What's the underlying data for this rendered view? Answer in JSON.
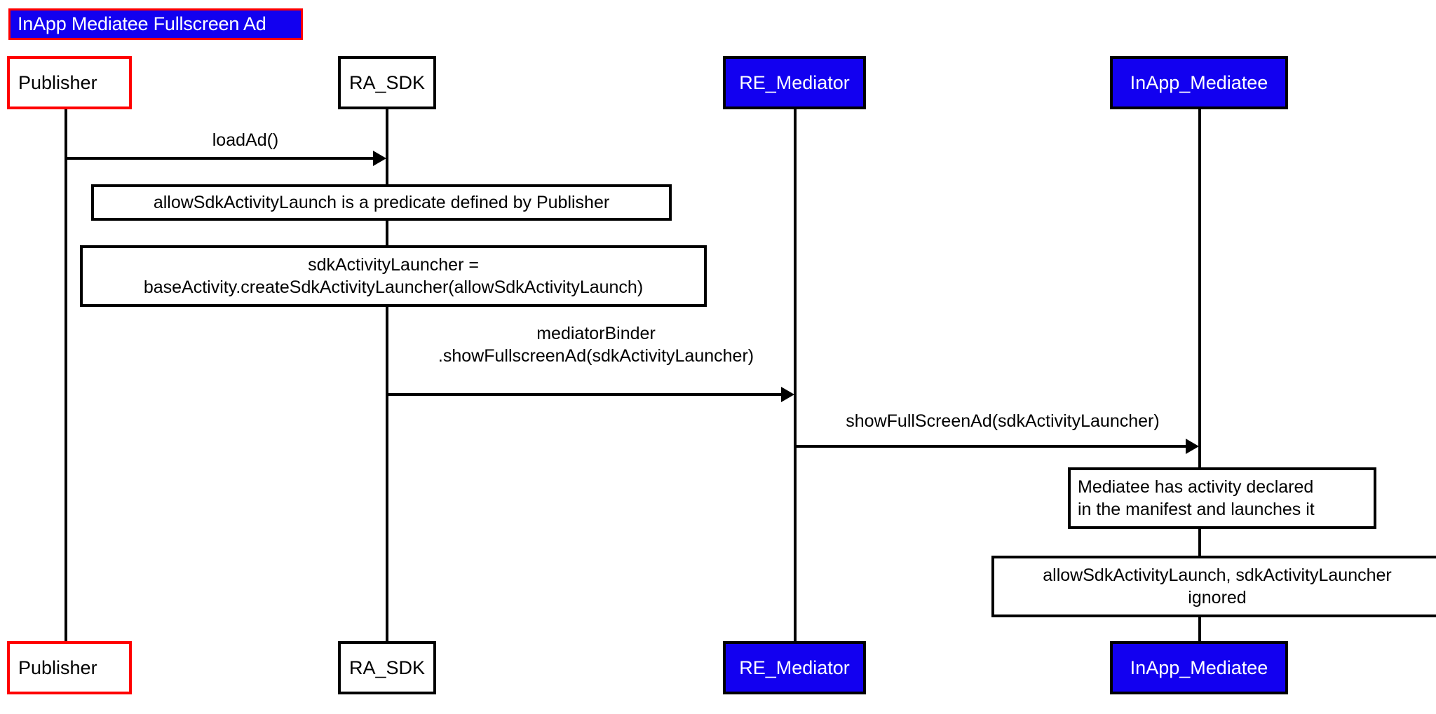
{
  "diagram": {
    "type": "uml-sequence-diagram",
    "title": "InApp Mediatee Fullscreen Ad",
    "title_colors": {
      "fill": "#1200f0",
      "border": "#ff0000",
      "text": "#ffffff"
    }
  },
  "participants": [
    {
      "id": "publisher",
      "label": "Publisher",
      "style": "red-outline",
      "fill": "#ffffff",
      "border": "#ff0000",
      "text": "#000000"
    },
    {
      "id": "ra_sdk",
      "label": "RA_SDK",
      "style": "black-outline",
      "fill": "#ffffff",
      "border": "#000000",
      "text": "#000000"
    },
    {
      "id": "re_mediator",
      "label": "RE_Mediator",
      "style": "blue-fill",
      "fill": "#1200f0",
      "border": "#000000",
      "text": "#ffffff"
    },
    {
      "id": "inapp_mediatee",
      "label": "InApp_Mediatee",
      "style": "blue-fill",
      "fill": "#1200f0",
      "border": "#000000",
      "text": "#ffffff"
    }
  ],
  "messages": [
    {
      "id": "msg-load-ad",
      "from": "publisher",
      "to": "ra_sdk",
      "label_lines": [
        "loadAd()"
      ]
    },
    {
      "id": "msg-show-fullscreen-ad",
      "from": "ra_sdk",
      "to": "re_mediator",
      "label_lines": [
        "mediatorBinder",
        ".showFullscreenAd(sdkActivityLauncher)"
      ]
    },
    {
      "id": "msg-show-fullscreen-ad-mediatee",
      "from": "re_mediator",
      "to": "inapp_mediatee",
      "label_lines": [
        "showFullScreenAd(sdkActivityLauncher)"
      ]
    }
  ],
  "notes": [
    {
      "id": "note-predicate",
      "lines": [
        "allowSdkActivityLaunch is a predicate defined by Publisher"
      ],
      "align": "center"
    },
    {
      "id": "note-sdk-activity-launcher",
      "lines": [
        "sdkActivityLauncher =",
        "baseActivity.createSdkActivityLauncher(allowSdkActivityLaunch)"
      ],
      "align": "center"
    },
    {
      "id": "note-manifest",
      "lines": [
        "Mediatee has activity declared",
        "in the manifest and launches it"
      ],
      "align": "left"
    },
    {
      "id": "note-ignored",
      "lines": [
        "allowSdkActivityLaunch, sdkActivityLauncher",
        "ignored"
      ],
      "align": "center"
    }
  ]
}
